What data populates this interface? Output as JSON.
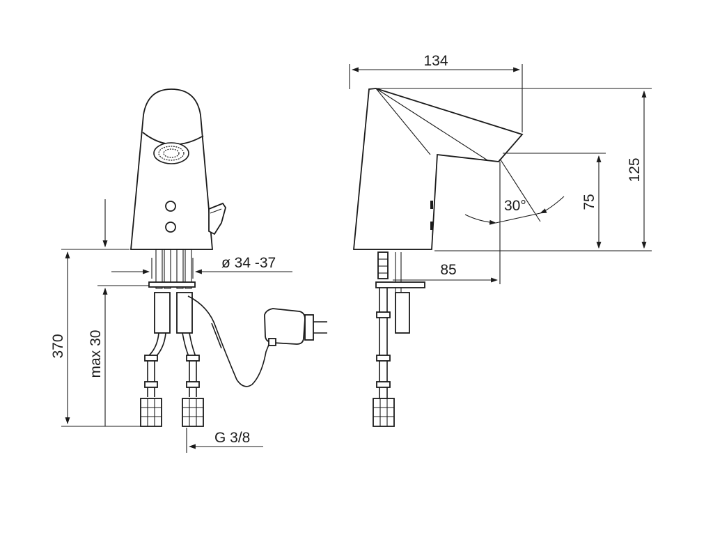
{
  "dimensions": {
    "width_134": "134",
    "height_125": "125",
    "height_75": "75",
    "reach_85": "85",
    "angle_30": "30°",
    "diameter": "ø 34 -37",
    "total_370": "370",
    "max_30": "max 30",
    "thread": "G 3/8"
  }
}
